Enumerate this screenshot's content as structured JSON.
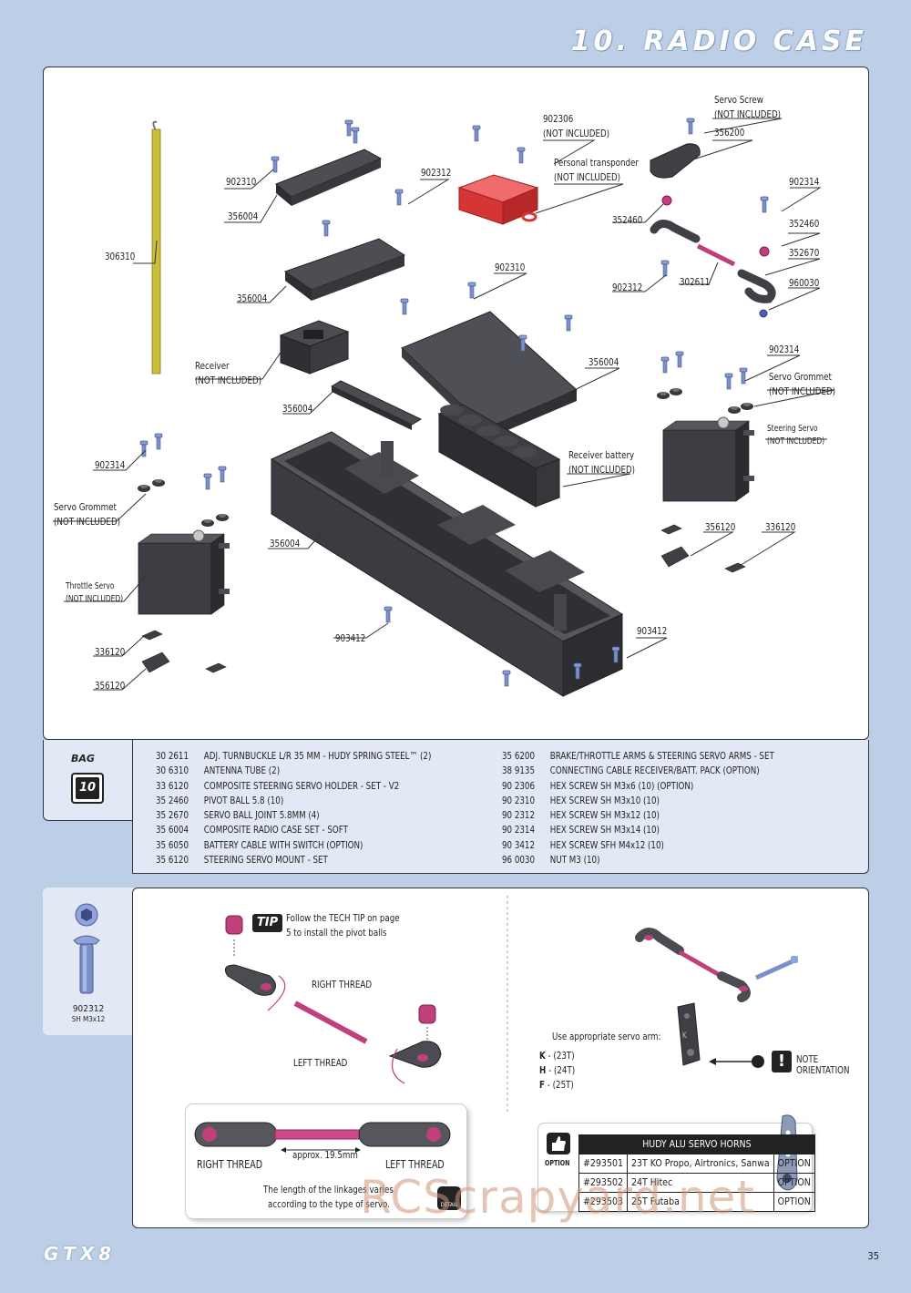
{
  "header": {
    "title": "10. RADIO CASE"
  },
  "diagram": {
    "labels": {
      "l306310": "306310",
      "l902310a": "902310",
      "l356004a": "356004",
      "l902312a": "902312",
      "l902306": "902306",
      "l902306n": "(NOT INCLUDED)",
      "ltransp": "Personal transponder",
      "ltranspn": "(NOT INCLUDED)",
      "lscrew": "Servo Screw",
      "lscrewn": "(NOT INCLUDED)",
      "l356200": "356200",
      "l902314a": "902314",
      "l352460a": "352460",
      "l352460b": "352460",
      "l352670": "352670",
      "l960030": "960030",
      "l902312b": "902312",
      "l302611": "302611",
      "l902310b": "902310",
      "l356004b": "356004",
      "lrecv": "Receiver",
      "lrecvn": "(NOT INCLUDED)",
      "l356004c": "356004",
      "l356004d": "356004",
      "l902314b": "902314",
      "lgrom1": "Servo Grommet",
      "lgrom1n": "(NOT INCLUDED)",
      "lsteer": "Steering Servo",
      "lsteern": "(NOT INCLUDED)",
      "lbatt": "Receiver battery",
      "lbattn": "(NOT INCLUDED)",
      "l902314c": "902314",
      "lgrom2": "Servo Grommet",
      "lgrom2n": "(NOT INCLUDED)",
      "l356004e": "356004",
      "l356120a": "356120",
      "l336120a": "336120",
      "lthrot": "Throttle Servo",
      "lthrotn": "(NOT INCLUDED)",
      "l336120b": "336120",
      "l356120b": "356120",
      "l903412a": "903412",
      "l903412b": "903412"
    }
  },
  "bag": {
    "label": "BAG",
    "number": "10"
  },
  "parts": {
    "left": [
      {
        "code": "30 2611",
        "desc": "ADJ. TURNBUCKLE L/R 35 MM  - HUDY SPRING STEEL™ (2)"
      },
      {
        "code": "30 6310",
        "desc": "ANTENNA TUBE (2)"
      },
      {
        "code": "33 6120",
        "desc": "COMPOSITE STEERING SERVO HOLDER - SET - V2"
      },
      {
        "code": "35 2460",
        "desc": "PIVOT BALL 5.8 (10)"
      },
      {
        "code": "35 2670",
        "desc": "SERVO BALL JOINT  5.8MM (4)"
      },
      {
        "code": "35 6004",
        "desc": "COMPOSITE RADIO CASE SET - SOFT"
      },
      {
        "code": "35 6050",
        "desc": "BATTERY CABLE WITH SWITCH (OPTION)"
      },
      {
        "code": "35 6120",
        "desc": "STEERING SERVO MOUNT - SET"
      }
    ],
    "right": [
      {
        "code": "35 6200",
        "desc": "BRAKE/THROTTLE ARMS & STEERING SERVO ARMS - SET"
      },
      {
        "code": "38 9135",
        "desc": "CONNECTING CABLE  RECEIVER/BATT. PACK (OPTION)"
      },
      {
        "code": "90 2306",
        "desc": "HEX SCREW  SH M3x6  (10) (OPTION)"
      },
      {
        "code": "90 2310",
        "desc": "HEX SCREW  SH M3x10  (10)"
      },
      {
        "code": "90 2312",
        "desc": "HEX SCREW  SH M3x12  (10)"
      },
      {
        "code": "90 2314",
        "desc": "HEX SCREW  SH M3x14  (10)"
      },
      {
        "code": "90 3412",
        "desc": "HEX SCREW  SFH M4x12  (10)"
      },
      {
        "code": "96 0030",
        "desc": "NUT M3  (10)"
      }
    ]
  },
  "screw": {
    "code": "902312",
    "spec": "SH M3x12"
  },
  "tech": {
    "tip_badge": "TIP",
    "tip_line1": "Follow the TECH TIP on page",
    "tip_line2": "5 to install the pivot balls",
    "right_thread": "RIGHT  THREAD",
    "left_thread": "LEFT  THREAD",
    "detail_right": "RIGHT  THREAD",
    "detail_left": "LEFT  THREAD",
    "approx": "approx. 19.5mm",
    "detail_note1": "The length of the linkages varies",
    "detail_note2": "according to the type of servo.",
    "detail_badge": "DETAIL",
    "use_arm": "Use appropriate servo arm:",
    "arm_k_letter": "K",
    "arm_k": " - (23T)",
    "arm_h_letter": "H",
    "arm_h": " - (24T)",
    "arm_f_letter": "F",
    "arm_f": " - (25T)",
    "arm_k_mark": "K",
    "note1": "NOTE",
    "note2": "ORIENTATION",
    "option_badge": "OPTION",
    "table_header": "HUDY ALU SERVO HORNS",
    "table": [
      {
        "part": "#293501",
        "desc": "23T KO Propo, Airtronics, Sanwa",
        "type": "OPTION"
      },
      {
        "part": "#293502",
        "desc": "24T Hitec",
        "type": "OPTION"
      },
      {
        "part": "#293503",
        "desc": "25T Futaba",
        "type": "OPTION"
      }
    ]
  },
  "footer": {
    "logo": "GTX8",
    "page": "35",
    "watermark": "RCScrapyard.net"
  },
  "colors": {
    "background": "#bccfe6",
    "panel": "#ffffff",
    "parts_bg": "#e3e9f4",
    "plastic": "#3d3f44",
    "screw": "#7b8fc9",
    "anodized": "#c0407c",
    "transponder": "#e03a3a"
  }
}
